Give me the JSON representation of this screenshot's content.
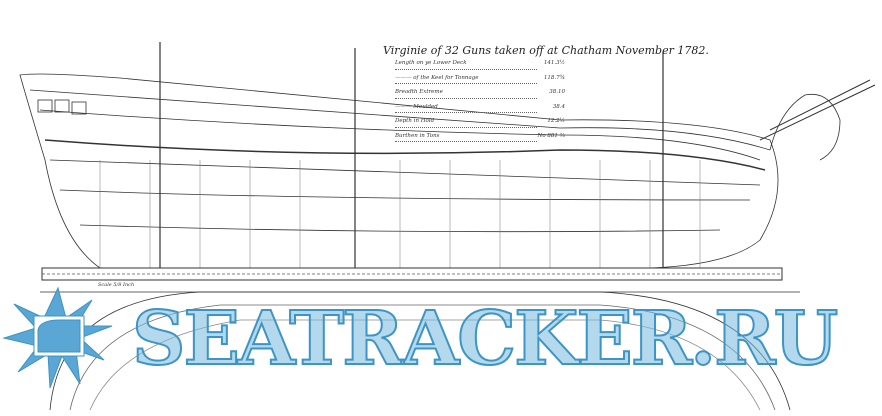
{
  "plan": {
    "title": "Virginie of 32 Guns taken off at Chatham November 1782.",
    "dimensions": [
      {
        "label": "Length on ye Lower Deck",
        "value": "141.3½"
      },
      {
        "label": "——— of the Keel for Tonnage",
        "value": "118.7¾"
      },
      {
        "label": "Breadth Extreme",
        "value": "38.10"
      },
      {
        "label": "——— Moulded",
        "value": "38.4"
      },
      {
        "label": "Depth in Hold",
        "value": "12.2½"
      },
      {
        "label": "Burthen in Tons",
        "value": "No 881 ⅔"
      }
    ],
    "scale_note": "Scale 5/8 Inch"
  },
  "watermark": {
    "text": "SEATRACKER.RU",
    "color": "#3d94c6"
  }
}
